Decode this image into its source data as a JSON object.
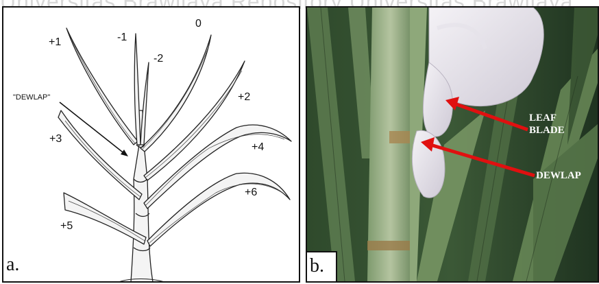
{
  "watermark": "Universitas Brawijaya   Repository Universitas Brawijaya",
  "panel_a": {
    "letter": "a.",
    "dewlap_label": "\"DEWLAP\"",
    "leaf_numbers": {
      "plus1": "+1",
      "minus1": "-1",
      "minus2": "-2",
      "zero": "0",
      "plus2": "+2",
      "plus3": "+3",
      "plus4": "+4",
      "plus5": "+5",
      "plus6": "+6"
    }
  },
  "panel_b": {
    "letter": "b.",
    "leaf_blade_line1": "LEAF",
    "leaf_blade_line2": "BLADE",
    "dewlap": "DEWLAP"
  },
  "colors": {
    "arrow": "#e01010",
    "photo_background": "#27402a",
    "leaf_green": "#7c9a6a"
  }
}
